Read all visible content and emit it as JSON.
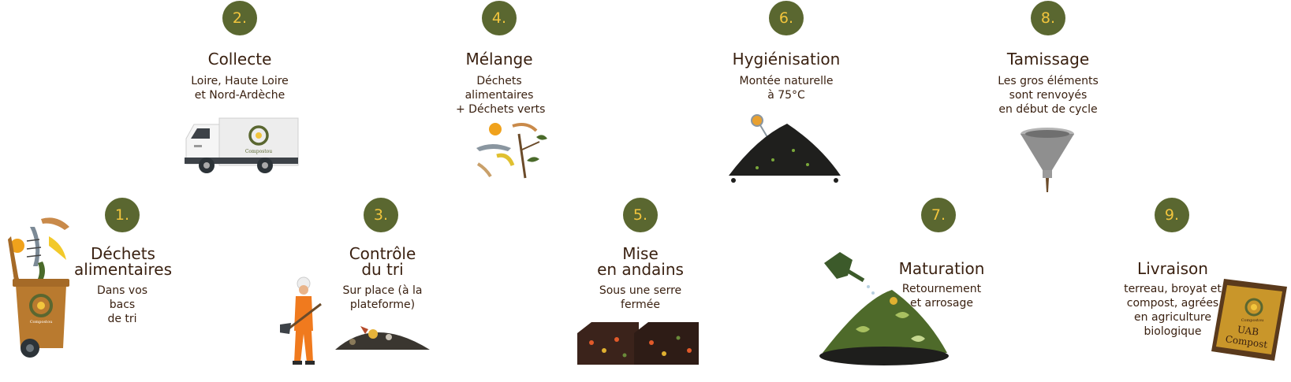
{
  "steps": [
    {
      "number": "1.",
      "title": [
        "Déchets",
        "alimentaires"
      ],
      "desc": [
        "Dans vos",
        "bacs",
        "de tri"
      ]
    },
    {
      "number": "2.",
      "title": [
        "Collecte"
      ],
      "desc": [
        "Loire, Haute Loire",
        "et Nord-Ardèche"
      ]
    },
    {
      "number": "3.",
      "title": [
        "Contrôle",
        "du tri"
      ],
      "desc": [
        "Sur place (à la",
        "plateforme)"
      ]
    },
    {
      "number": "4.",
      "title": [
        "Mélange"
      ],
      "desc": [
        "Déchets",
        "alimentaires",
        "+ Déchets verts"
      ]
    },
    {
      "number": "5.",
      "title": [
        "Mise",
        "en andains"
      ],
      "desc": [
        "Sous une serre",
        "fermée"
      ]
    },
    {
      "number": "6.",
      "title": [
        "Hygiénisation"
      ],
      "desc": [
        "Montée naturelle",
        "à 75°C"
      ]
    },
    {
      "number": "7.",
      "title": [
        "Maturation"
      ],
      "desc": [
        "Retournement",
        "et arrosage"
      ]
    },
    {
      "number": "8.",
      "title": [
        "Tamissage"
      ],
      "desc": [
        "Les gros éléments",
        "sont renvoyés",
        "en début de cycle"
      ]
    },
    {
      "number": "9.",
      "title": [
        "Livraison"
      ],
      "desc": [
        "terreau, broyat et",
        "compost, agrées",
        "en agriculture",
        "biologique"
      ]
    }
  ],
  "logos": {
    "brand": "Compostou",
    "bag_line1": "UAB",
    "bag_line2": "Compost"
  },
  "colors": {
    "badge_bg": "#5a6730",
    "badge_text": "#f2c53d",
    "text": "#3a2111"
  }
}
